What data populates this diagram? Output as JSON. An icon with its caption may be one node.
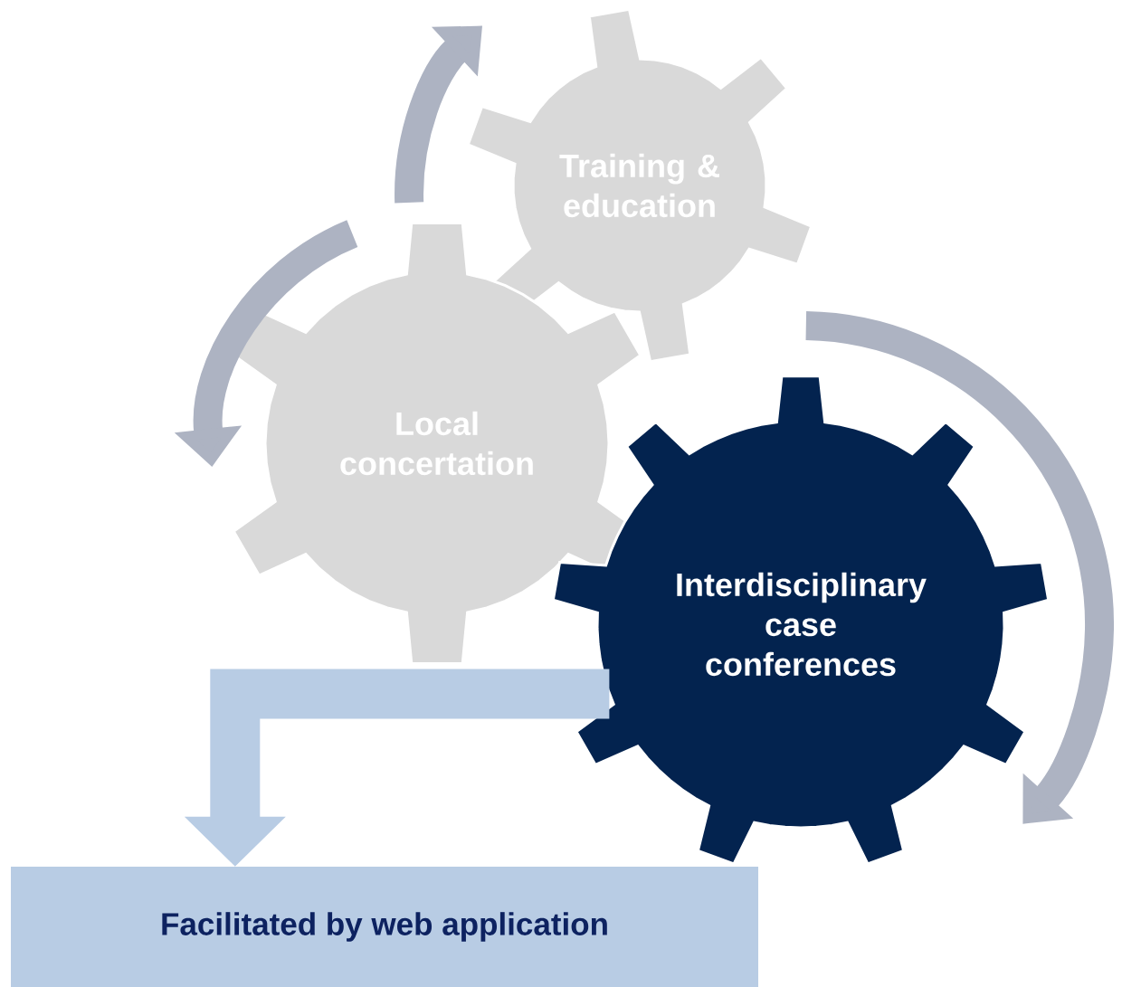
{
  "diagram": {
    "nodes": [
      {
        "text": [
          "Training & education"
        ]
      },
      {
        "text": [
          "Local concertation"
        ]
      },
      {
        "text": [
          "Interdisciplinary case conferences"
        ]
      },
      {
        "text": [
          "Facilitated by web application"
        ]
      }
    ],
    "edges": [
      {
        "from": 2,
        "to": 3,
        "arrow": "to"
      }
    ]
  }
}
